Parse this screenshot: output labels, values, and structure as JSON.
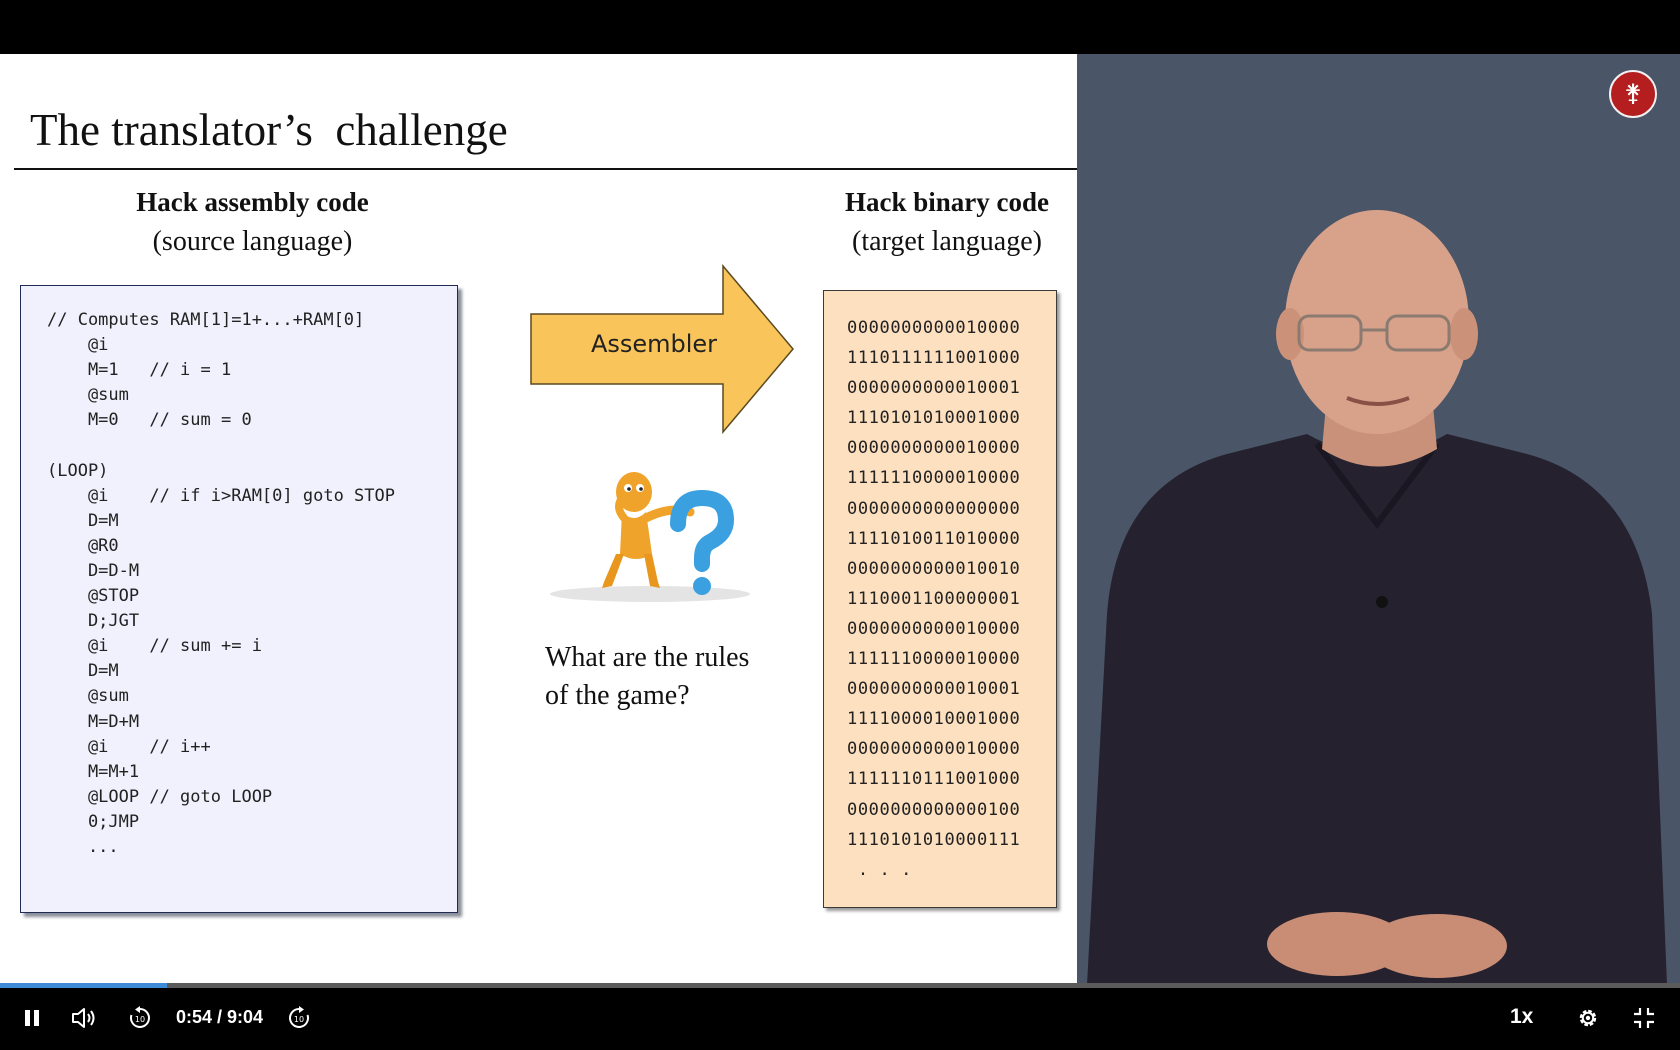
{
  "slide": {
    "title": "The translator’s  challenge",
    "source_heading": "Hack assembly code",
    "source_subheading": "(source language)",
    "target_heading": "Hack binary code",
    "target_subheading": "(target language)",
    "assembler_label": "Assembler",
    "question_line1": "What are the rules",
    "question_line2": "of the game?",
    "assembly_lines": [
      "// Computes RAM[1]=1+...+RAM[0]",
      "    @i",
      "    M=1   // i = 1",
      "    @sum",
      "    M=0   // sum = 0",
      "",
      "(LOOP)",
      "    @i    // if i>RAM[0] goto STOP",
      "    D=M",
      "    @R0",
      "    D=D-M",
      "    @STOP",
      "    D;JGT",
      "    @i    // sum += i",
      "    D=M",
      "    @sum",
      "    M=D+M",
      "    @i    // i++",
      "    M=M+1",
      "    @LOOP // goto LOOP",
      "    0;JMP",
      "    ..."
    ],
    "binary_lines": [
      "0000000000010000",
      "1110111111001000",
      "0000000000010001",
      "1110101010001000",
      "0000000000010000",
      "1111110000010000",
      "0000000000000000",
      "1111010011010000",
      "0000000000010010",
      "1110001100000001",
      "0000000000010000",
      "1111110000010000",
      "0000000000010001",
      "1111000010001000",
      "0000000000010000",
      "1111110111001000",
      "0000000000000100",
      "1110101010000111",
      " . . ."
    ]
  },
  "player": {
    "time_display": "0:54 / 9:04",
    "speed_label": "1x",
    "progress_fraction": 0.0993,
    "icons": [
      "pause-icon",
      "volume-icon",
      "rewind-10-icon",
      "forward-10-icon",
      "settings-gear-icon",
      "fullscreen-exit-icon"
    ]
  },
  "colors": {
    "assembly_box_bg": "#f1f1fd",
    "binary_box_bg": "#fde0bf",
    "arrow_fill": "#f9c55a",
    "presenter_bg": "#4a5568",
    "progress_fill": "#3d8bd9",
    "logo_red": "#b41e1e"
  }
}
